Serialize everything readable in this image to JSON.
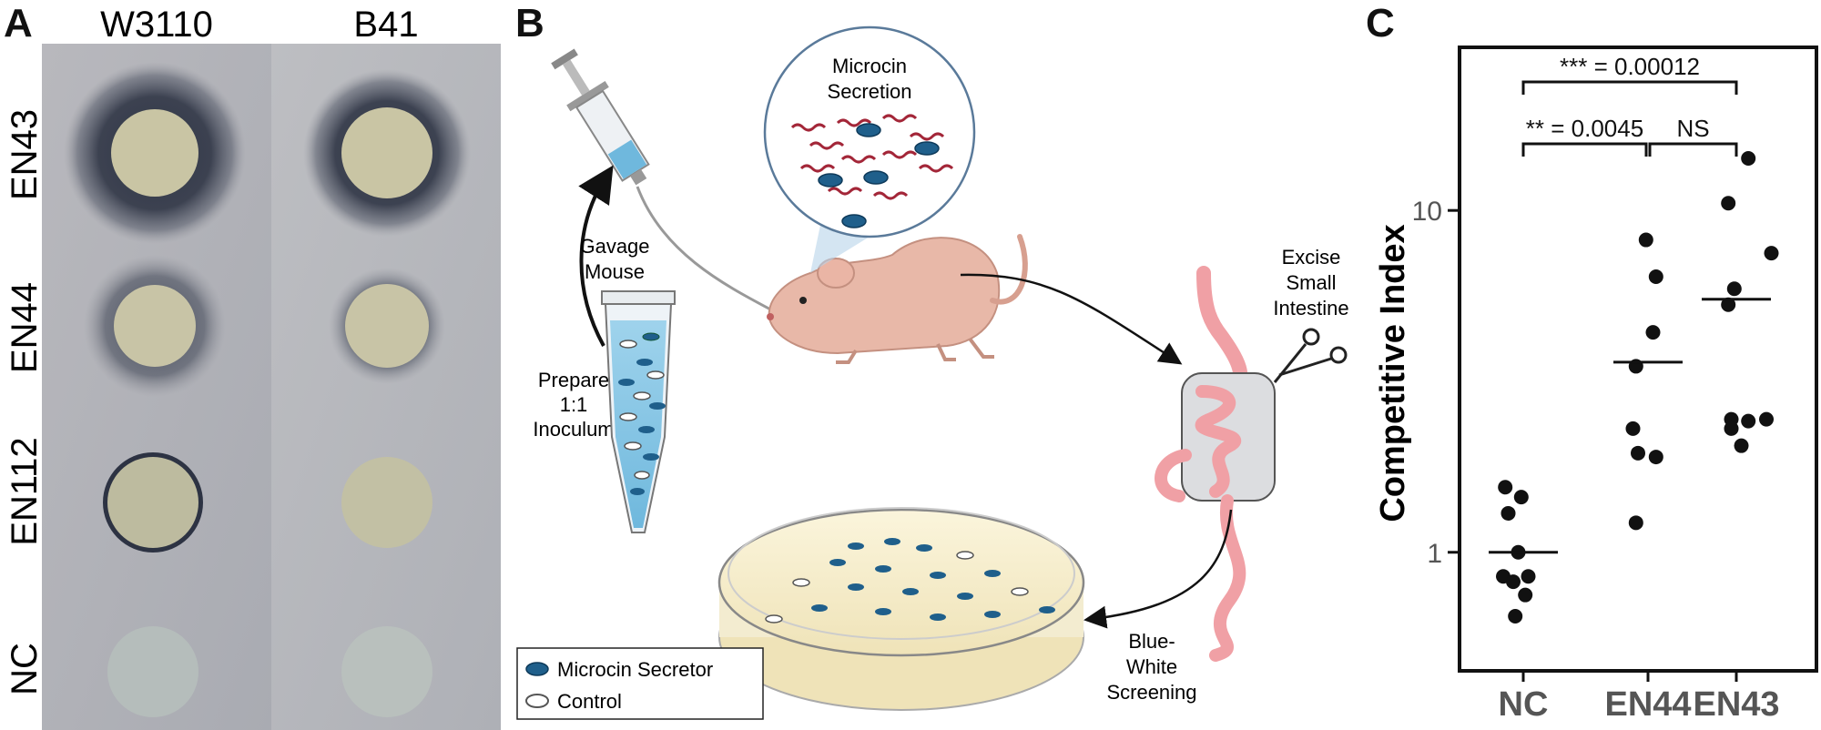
{
  "panels": {
    "a": "A",
    "b": "B",
    "c": "C"
  },
  "panel_a": {
    "columns": [
      "W3110",
      "B41"
    ],
    "rows": [
      "EN43",
      "EN44",
      "EN112",
      "NC"
    ]
  },
  "panel_b": {
    "bubble_label_1": "Microcin",
    "bubble_label_2": "Secretion",
    "gavage_1": "Gavage",
    "gavage_2": "Mouse",
    "excise_1": "Excise",
    "excise_2": "Small",
    "excise_3": "Intestine",
    "prepare_1": "Prepare",
    "prepare_2": "1:1",
    "prepare_3": "Inoculum",
    "screen_1": "Blue-",
    "screen_2": "White",
    "screen_3": "Screening",
    "legend": [
      "Microcin Secretor",
      "Control"
    ],
    "colors": {
      "secretor": "#1f5f8b",
      "control": "#ffffff",
      "microcin": "#a32638",
      "intestine": "#f0a0a5"
    }
  },
  "chart_data": {
    "type": "scatter",
    "title": "",
    "xlabel": "",
    "ylabel": "Competitive Index",
    "yscale": "log",
    "ylim": [
      0.45,
      30
    ],
    "yticks": [
      {
        "value": 1,
        "label": "1"
      },
      {
        "value": 10,
        "label": "10"
      }
    ],
    "categories": [
      "NC",
      "EN44",
      "EN43"
    ],
    "series": [
      {
        "category": "NC",
        "median": 1.0,
        "points": [
          {
            "dx": -0.18,
            "y": 1.55
          },
          {
            "dx": -0.02,
            "y": 1.45
          },
          {
            "dx": -0.15,
            "y": 1.3
          },
          {
            "dx": -0.05,
            "y": 1.0
          },
          {
            "dx": -0.2,
            "y": 0.85
          },
          {
            "dx": 0.05,
            "y": 0.85
          },
          {
            "dx": -0.1,
            "y": 0.82
          },
          {
            "dx": 0.02,
            "y": 0.75
          },
          {
            "dx": -0.08,
            "y": 0.65
          }
        ]
      },
      {
        "category": "EN44",
        "median": 3.6,
        "points": [
          {
            "dx": -0.02,
            "y": 8.2
          },
          {
            "dx": 0.08,
            "y": 6.4
          },
          {
            "dx": 0.05,
            "y": 4.4
          },
          {
            "dx": -0.12,
            "y": 3.5
          },
          {
            "dx": -0.15,
            "y": 2.3
          },
          {
            "dx": -0.1,
            "y": 1.95
          },
          {
            "dx": 0.08,
            "y": 1.9
          },
          {
            "dx": -0.12,
            "y": 1.22
          }
        ]
      },
      {
        "category": "EN43",
        "median": 5.5,
        "points": [
          {
            "dx": 0.12,
            "y": 14.2
          },
          {
            "dx": -0.08,
            "y": 10.5
          },
          {
            "dx": 0.35,
            "y": 7.5
          },
          {
            "dx": -0.02,
            "y": 5.9
          },
          {
            "dx": -0.08,
            "y": 5.3
          },
          {
            "dx": -0.05,
            "y": 2.45
          },
          {
            "dx": 0.12,
            "y": 2.42
          },
          {
            "dx": 0.3,
            "y": 2.45
          },
          {
            "dx": -0.05,
            "y": 2.3
          },
          {
            "dx": 0.05,
            "y": 2.05
          }
        ]
      }
    ],
    "annotations": [
      {
        "from": 0,
        "to": 2,
        "text": "*** = 0.00012",
        "level": 2
      },
      {
        "from": 0,
        "to": 1,
        "text": "** = 0.0045",
        "level": 1
      },
      {
        "from": 1,
        "to": 2,
        "text": "NS",
        "level": 1
      }
    ]
  }
}
